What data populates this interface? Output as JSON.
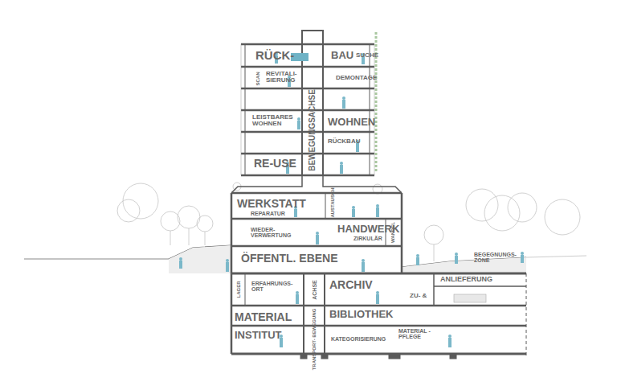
{
  "diagram": {
    "labels": [
      "RÜCK-",
      "BAU",
      "SUCHE",
      "SCAN",
      "REVITALI- SIERUNG",
      "DEMONTAGE",
      "LEISTBARES WOHNEN",
      "WOHNEN",
      "RÜCKBAU",
      "RE-USE",
      "BEWEGUNGSACHSE",
      "AUSTAUSCH",
      "WERKSTATT",
      "REPARATUR",
      "HANDWERK",
      "ZIRKULÄR",
      "WIEDER- VERWERTUNG",
      "WANDEL",
      "ÖFFENTL. EBENE",
      "BEGEGNUNGS- ZONE",
      "LAGER",
      "ERFAHRUNGS- ORT",
      "ACHSE",
      "ARCHIV",
      "ZU- &",
      "ANLIEFERUNG",
      "MATERIAL",
      "BIBLIOTHEK",
      "INSTITUT",
      "TRANSPORT- BEWEGUNG",
      "KATEGORISIERUNG",
      "MATERIAL -PFLEGE"
    ]
  }
}
